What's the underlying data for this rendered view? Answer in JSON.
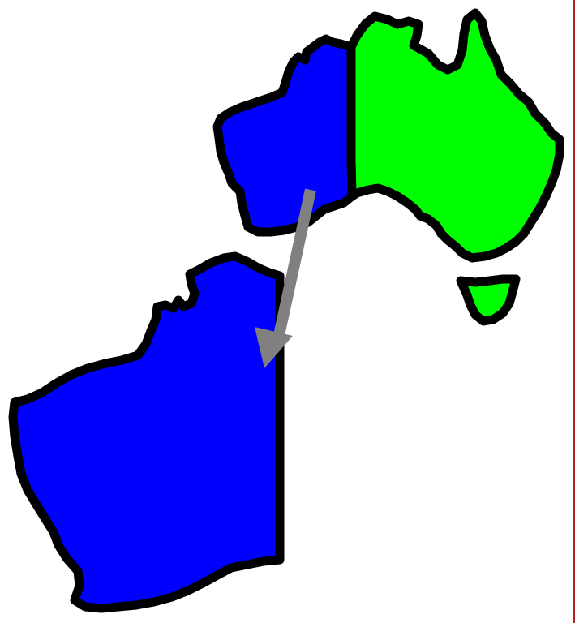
{
  "map": {
    "regions": [
      {
        "id": "western-australia",
        "state": "highlighted",
        "color": "#0000ff"
      },
      {
        "id": "rest-of-australia",
        "state": "mainland-other",
        "color": "#00ff00"
      },
      {
        "id": "tasmania",
        "state": "mainland-other",
        "color": "#00ff00"
      }
    ],
    "inset": {
      "region": "western-australia",
      "display": "enlarged",
      "color": "#0000ff"
    },
    "arrow": {
      "from": "western-australia",
      "to": "inset",
      "color": "#808080"
    },
    "outline_color": "#000000",
    "border_color": "#b22222"
  }
}
